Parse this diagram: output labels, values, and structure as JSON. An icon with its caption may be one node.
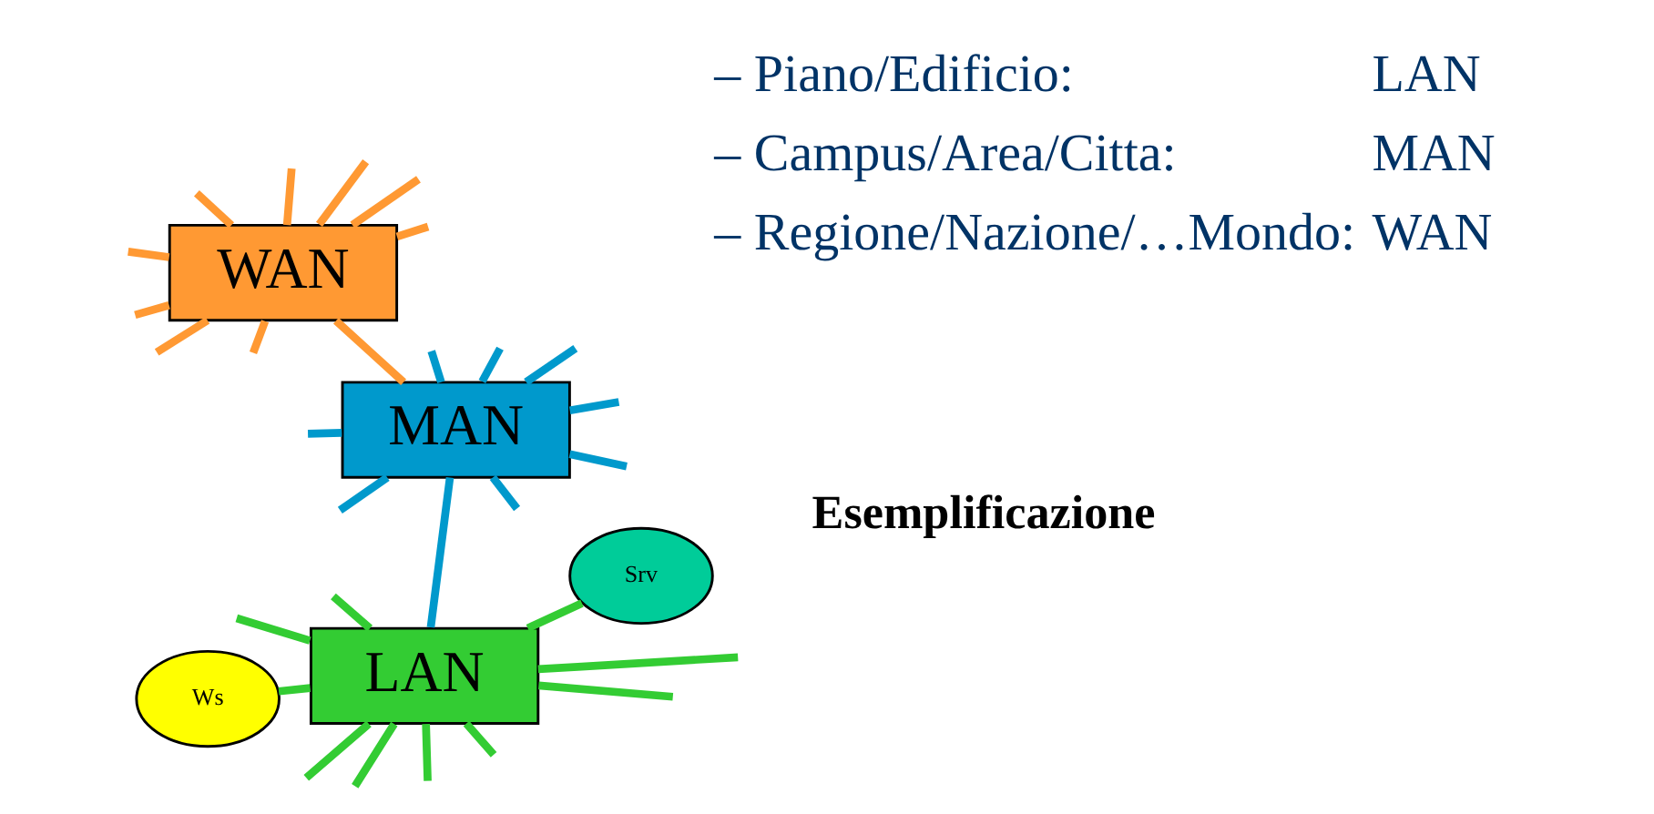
{
  "diagram": {
    "nodes": [
      {
        "text": [
          "Ws"
        ]
      },
      {
        "text": [
          "Srv"
        ]
      },
      {
        "text": [
          "LAN"
        ]
      },
      {
        "text": [
          "WAN"
        ]
      },
      {
        "text": [
          "MAN"
        ]
      }
    ],
    "edges": [
      {
        "from": 0,
        "to": 2,
        "arrow": "none",
        "color": "#33cc33"
      },
      {
        "from": 1,
        "to": 2,
        "arrow": "none",
        "color": "#33cc33"
      },
      {
        "from": 2,
        "to": 4,
        "arrow": "none",
        "color": "#0099cc"
      },
      {
        "from": 3,
        "to": 4,
        "arrow": "none",
        "color": "#ff9933"
      },
      {
        "from": 2,
        "to": null,
        "arrow": "none",
        "color": "#33cc33"
      },
      {
        "from": 2,
        "to": null,
        "arrow": "none",
        "color": "#33cc33"
      },
      {
        "from": 2,
        "to": null,
        "arrow": "none",
        "color": "#33cc33"
      },
      {
        "from": 2,
        "to": null,
        "arrow": "none",
        "color": "#33cc33"
      },
      {
        "from": 2,
        "to": null,
        "arrow": "none",
        "color": "#33cc33"
      },
      {
        "from": 2,
        "to": null,
        "arrow": "none",
        "color": "#33cc33"
      },
      {
        "from": 2,
        "to": null,
        "arrow": "none",
        "color": "#33cc33"
      },
      {
        "from": 2,
        "to": null,
        "arrow": "none",
        "color": "#33cc33"
      },
      {
        "from": 3,
        "to": null,
        "arrow": "none",
        "color": "#ff9933"
      },
      {
        "from": 3,
        "to": null,
        "arrow": "none",
        "color": "#ff9933"
      },
      {
        "from": 3,
        "to": null,
        "arrow": "none",
        "color": "#ff9933"
      },
      {
        "from": 3,
        "to": null,
        "arrow": "none",
        "color": "#ff9933"
      },
      {
        "from": 3,
        "to": null,
        "arrow": "none",
        "color": "#ff9933"
      },
      {
        "from": 3,
        "to": null,
        "arrow": "none",
        "color": "#ff9933"
      },
      {
        "from": 3,
        "to": null,
        "arrow": "none",
        "color": "#ff9933"
      },
      {
        "from": 3,
        "to": null,
        "arrow": "none",
        "color": "#ff9933"
      },
      {
        "from": 3,
        "to": null,
        "arrow": "none",
        "color": "#ff9933"
      },
      {
        "from": 4,
        "to": null,
        "arrow": "none",
        "color": "#0099cc"
      },
      {
        "from": 4,
        "to": null,
        "arrow": "none",
        "color": "#0099cc"
      },
      {
        "from": 4,
        "to": null,
        "arrow": "none",
        "color": "#0099cc"
      },
      {
        "from": 4,
        "to": null,
        "arrow": "none",
        "color": "#0099cc"
      },
      {
        "from": 4,
        "to": null,
        "arrow": "none",
        "color": "#0099cc"
      },
      {
        "from": 4,
        "to": null,
        "arrow": "none",
        "color": "#0099cc"
      },
      {
        "from": 4,
        "to": null,
        "arrow": "none",
        "color": "#0099cc"
      },
      {
        "from": 4,
        "to": null,
        "arrow": "none",
        "color": "#0099cc"
      }
    ],
    "labels": [
      "– Piano/Edificio:",
      "LAN",
      "– Campus/Area/Citta:",
      "MAN",
      "– Regione/Nazione/…Mondo:",
      "WAN",
      "Esemplificazione"
    ]
  }
}
